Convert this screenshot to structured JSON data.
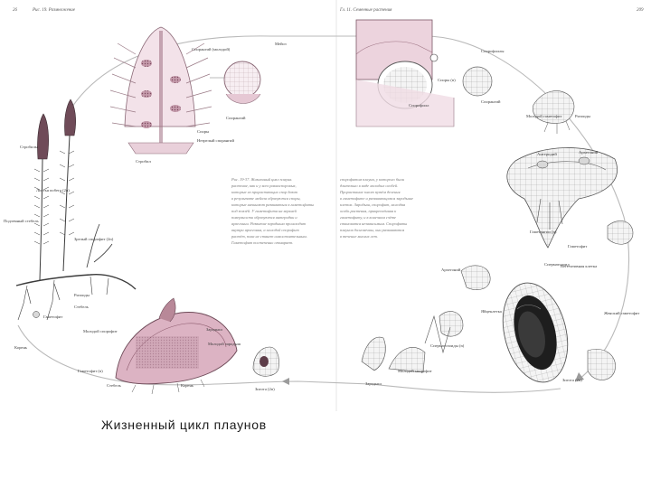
{
  "caption": "Жизненный цикл плаунов",
  "header": {
    "left_page_no": "26",
    "left_running": "Рис. 19. Размножение",
    "right_running": "Гл. 11. Семенные растения",
    "right_page_no": "209"
  },
  "labels": {
    "sporophylls": "Спорофиллы",
    "sporangia_young": "Спорангий (молодой)",
    "sporangium": "Спорангий",
    "spores": "Споры",
    "mature_sporangium": "Незрелый спорангий",
    "meiosis": "Мейоз",
    "strobilus": "Стробил",
    "spores_n": "Споры (n)",
    "sporophyll": "Спорофилл",
    "strobili": "Стробилы",
    "leafy_shoot": "Листья побега (2n)",
    "underground_stem": "Подземный стебель",
    "mature_sporophyte": "Зрелый спорофит (2n)",
    "rhizoids": "Ризоиды",
    "young_shoot": "Стебель",
    "gametophyte": "Гаметофит",
    "root": "Корень",
    "young_gametophyte": "Молодой гаметофит",
    "antheridium": "Антеридий",
    "archegonium": "Архегоний",
    "gametangia": "Гаметангии (n)",
    "sperm_neck": "Сперматозоид",
    "vegetative_cell": "Вегетативная клетка",
    "female_gametophyte": "Женский гаметофит",
    "egg": "Яйцеклетка",
    "zygote": "Зигота (2n)",
    "sperm_cells": "Сперматозоиды (n)",
    "embryo": "Зародыш",
    "young_sporophyte": "Молодой спорофит",
    "stem": "Стебель",
    "gametophyte_n": "Гаметофит (n)",
    "young_root": "Корень",
    "mature_spore": "Молодой зародыш"
  },
  "paragraphs": {
    "left": [
      "Рис. 19-37. Жизненный цикл плауна.",
      "растение, как и у всех равноспоровых,",
      "которые из прорастающих спор дают",
      "в результате мейоза образуются споры,",
      "которые начинают развиваться в гаметофиты",
      "под землёй. У гаметофита на верхней",
      "поверхности образуются антеридии и",
      "архегонии. Развитие зародыша происходит",
      "внутри архегония, а молодой спорофит",
      "растёт, пока не станет самостоятельным.",
      "Гаметофит постепенно отмирает."
    ],
    "right": [
      "спорофитом плауна, у которого были",
      "длительно в виде молодых особей.",
      "Прорастание зигот путём деления",
      "в гаметофите и развивающемся зародыше",
      "клеток. Зародыш, спорофит, молодая",
      "особь растения, прикреплённая к",
      "гаметофиту, и в конечном счёте",
      "становится независимым. Спорофиты",
      "плаунов долговечны, они развиваются",
      "в течение многих лет."
    ]
  }
}
